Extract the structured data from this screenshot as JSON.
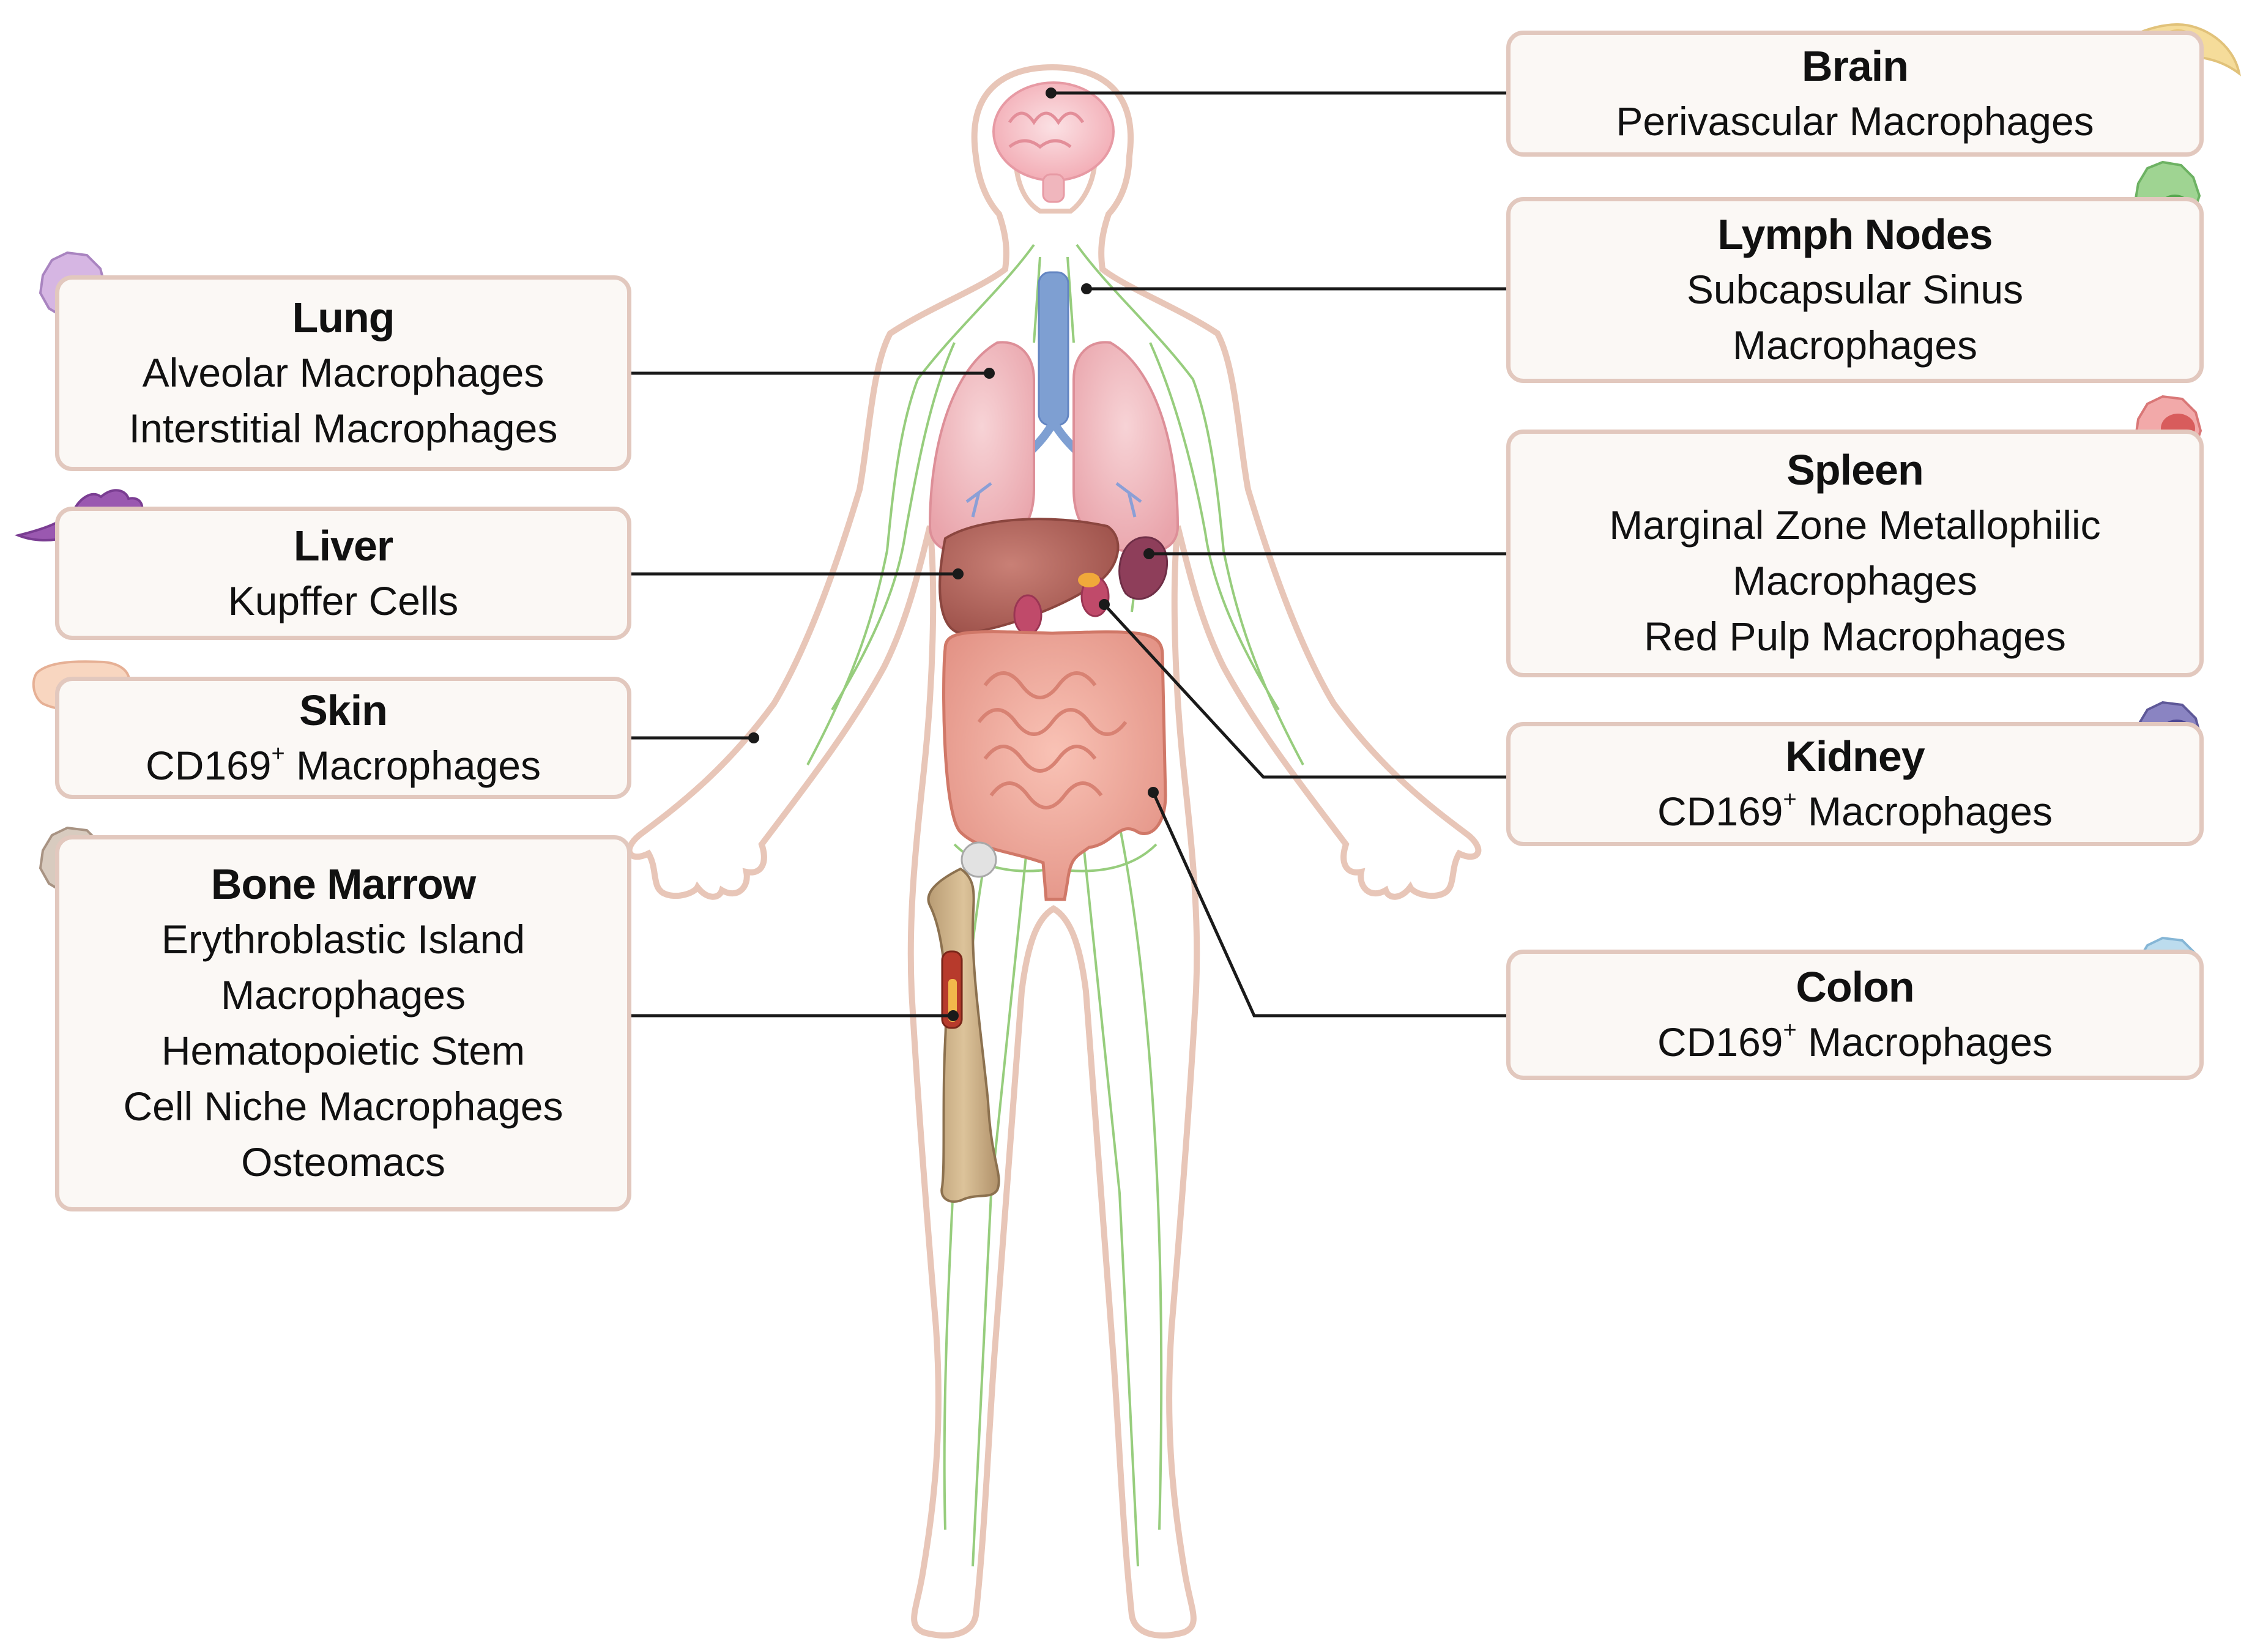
{
  "figure": {
    "labels": {
      "brain": {
        "title": "Brain",
        "lines": [
          "Perivascular Macrophages"
        ]
      },
      "lymph": {
        "title": "Lymph Nodes",
        "lines": [
          "Subcapsular Sinus",
          "Macrophages"
        ]
      },
      "spleen": {
        "title": "Spleen",
        "lines": [
          "Marginal Zone Metallophilic",
          "Macrophages",
          "Red Pulp Macrophages"
        ]
      },
      "kidney": {
        "title": "Kidney",
        "lines": [
          "CD169",
          "Macrophages"
        ],
        "superscript": "+"
      },
      "colon": {
        "title": "Colon",
        "lines": [
          "CD169",
          "Macrophages"
        ],
        "superscript": "+"
      },
      "lung": {
        "title": "Lung",
        "lines": [
          "Alveolar Macrophages",
          "Interstitial Macrophages"
        ]
      },
      "liver": {
        "title": "Liver",
        "lines": [
          "Kupffer Cells"
        ]
      },
      "skin": {
        "title": "Skin",
        "lines": [
          "CD169",
          "Macrophages"
        ],
        "superscript": "+"
      },
      "bone": {
        "title": "Bone Marrow",
        "lines": [
          "Erythroblastic Island",
          "Macrophages",
          "Hematopoietic Stem",
          "Cell Niche Macrophages",
          "Osteomacs"
        ]
      }
    },
    "cell_icons": {
      "brain": "perivascular-cell-icon",
      "lymph": "lymph-macrophage-icon",
      "spleen": "spleen-macrophage-icon",
      "kidney": "kidney-macrophage-icon",
      "colon": "colon-macrophage-icon",
      "lung": "lung-macrophage-icon",
      "liver": "kupffer-cell-icon",
      "skin": "skin-macrophage-icon",
      "bone": "bone-marrow-macrophage-icon"
    },
    "colors": {
      "box_border": "#e2c8be",
      "box_fill": "#fbf8f5",
      "body_outline": "#e8c6b8",
      "lymph_vessels": "#8cc870",
      "connector": "#1a1a1a",
      "cell_brain": "#f5dc9a",
      "cell_lymph": "#7cc47a",
      "cell_spleen": "#e98a8a",
      "cell_kidney": "#6a63a8",
      "cell_colon": "#9fc9e4",
      "cell_lung": "#c8a3d8",
      "cell_liver": "#8a4aa0",
      "cell_skin": "#f5c9ad",
      "cell_bone": "#b5a293"
    }
  }
}
